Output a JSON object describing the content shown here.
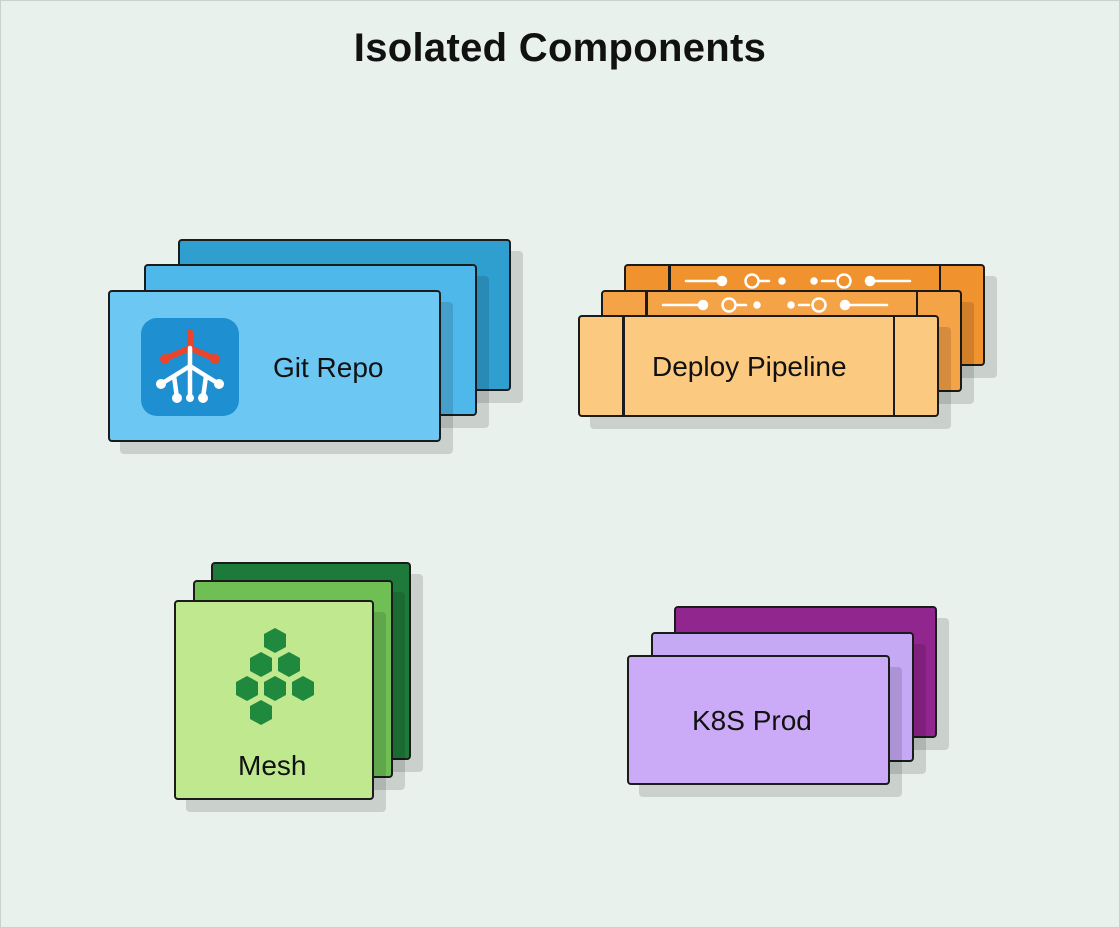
{
  "title": "Isolated Components",
  "components": {
    "git_repo": {
      "label": "Git Repo",
      "icon": "git-branch-icon",
      "colors": {
        "back": "#2f9fd0",
        "mid": "#4fb8ea",
        "front": "#6cc8f2",
        "icon_bg": "#1e8fd0",
        "icon_accent": "#e8452c"
      }
    },
    "deploy_pipeline": {
      "label": "Deploy Pipeline",
      "icon": "pipeline-nodes-icon",
      "colors": {
        "back": "#f0922e",
        "mid": "#f5a347",
        "front": "#fbc97f"
      }
    },
    "mesh": {
      "label": "Mesh",
      "icon": "hexagon-cluster-icon",
      "colors": {
        "back": "#1e7a3a",
        "mid": "#6fbf55",
        "front": "#bfe88f",
        "icon": "#1f8a3e"
      }
    },
    "k8s_prod": {
      "label": "K8S Prod",
      "colors": {
        "back": "#92268f",
        "mid": "#c6a9f5",
        "front": "#cbabf7"
      }
    }
  }
}
